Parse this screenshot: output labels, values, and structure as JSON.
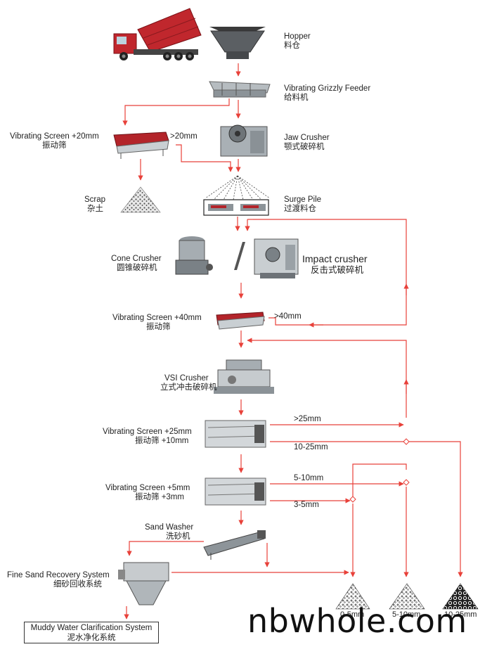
{
  "labels": {
    "hopper": {
      "en": "Hopper",
      "cn": "料仓"
    },
    "feeder": {
      "en": "Vibrating Grizzly Feeder",
      "cn": "给料机"
    },
    "jaw": {
      "en": "Jaw Crusher",
      "cn": "颚式破碎机"
    },
    "screen1": {
      "en": "Vibrating Screen  +20mm",
      "cn": "振动筛",
      "out": ">20mm"
    },
    "scrap": {
      "en": "Scrap",
      "cn": "杂土"
    },
    "surge": {
      "en": "Surge Pile",
      "cn": "过渡料仓"
    },
    "cone": {
      "en": "Cone Crusher",
      "cn": "圆锥破碎机"
    },
    "impact": {
      "en": "Impact crusher",
      "cn": "反击式破碎机"
    },
    "screen2": {
      "en": "Vibrating Screen  +40mm",
      "cn": "振动筛",
      "out": ">40mm"
    },
    "vsi": {
      "en": "VSI Crusher",
      "cn": "立式冲击破碎机"
    },
    "screen3": {
      "en": "Vibrating Screen  +25mm",
      "cn": "振动筛    +10mm",
      "out1": ">25mm",
      "out2": "10-25mm"
    },
    "screen4": {
      "en": "Vibrating Screen  +5mm",
      "cn": "振动筛      +3mm",
      "out1": "5-10mm",
      "out2": "3-5mm"
    },
    "washer": {
      "en": "Sand Washer",
      "cn": "洗砂机"
    },
    "finesand": {
      "en": "Fine Sand Recovery System",
      "cn": "细砂回收系统"
    },
    "muddy": {
      "en": "Muddy Water Clarification System",
      "cn": "泥水净化系统"
    }
  },
  "products": [
    "0-5mm",
    "5-10mm",
    "10-25mm"
  ],
  "watermark": "nbwhole.com",
  "colors": {
    "arrow": "#e8413a",
    "machine_red": "#b3242a",
    "machine_gray": "#9aa3a8",
    "text": "#222222"
  }
}
